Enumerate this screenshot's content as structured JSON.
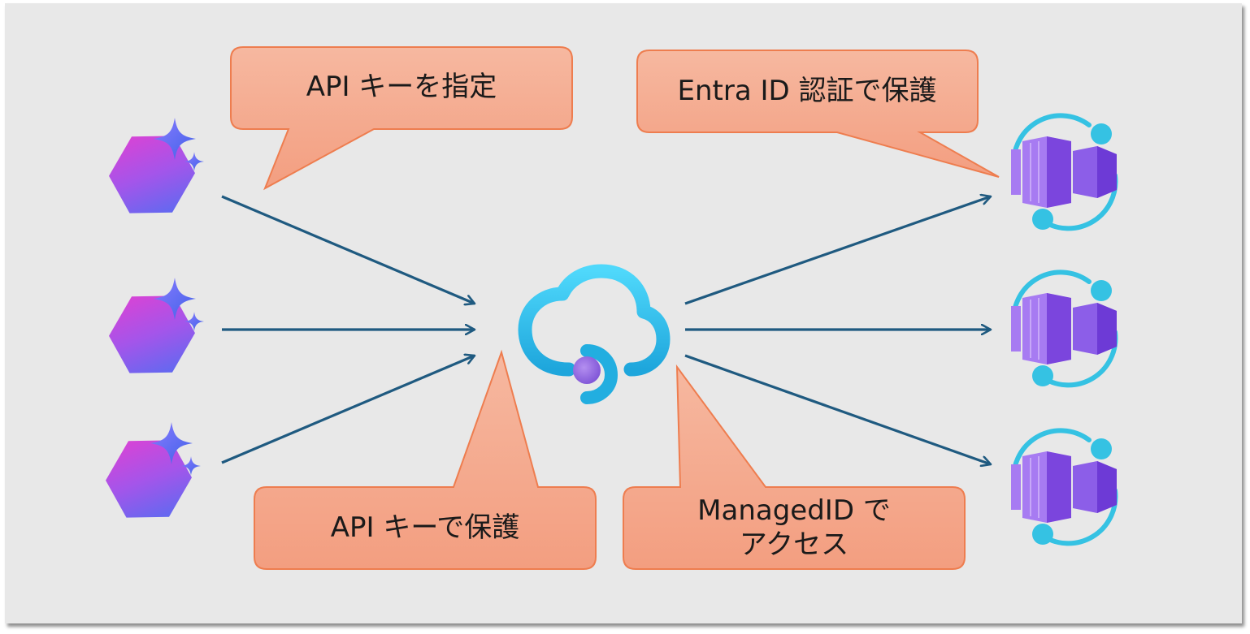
{
  "callouts": {
    "api_key_specify": "API キーを指定",
    "entra_id_protect": "Entra ID 認証で保護",
    "api_key_protect": "API キーで保護",
    "managed_id_line1": "ManagedID で",
    "managed_id_line2": "アクセス"
  },
  "icons": {
    "left": "ai-foundry-hexagon-icon",
    "center": "api-management-cloud-icon",
    "right": "container-apps-icon"
  },
  "colors": {
    "panel": "#e8e8e8",
    "callout_fill": "#f4a98e",
    "callout_stroke": "#ee7d4f",
    "arrow": "#1f5a80",
    "cloud": "#3cc8ef",
    "container_light": "#a77bf2",
    "container_dark": "#6d3ad6"
  }
}
